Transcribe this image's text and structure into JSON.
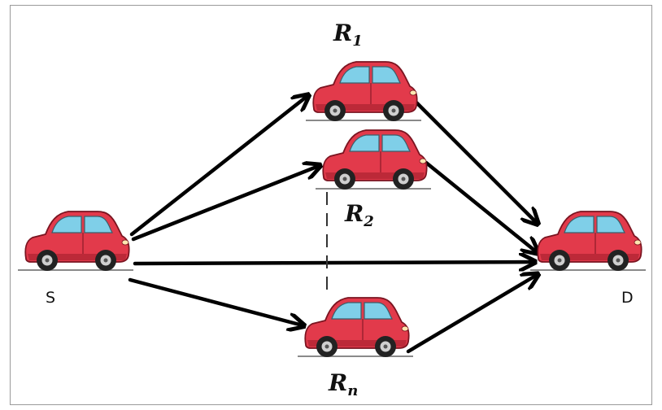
{
  "diagram": {
    "nodes": {
      "source": {
        "label": "S"
      },
      "destination": {
        "label": "D"
      },
      "relay1": {
        "label": "R",
        "subscript": "1"
      },
      "relay2": {
        "label": "R",
        "subscript": "2"
      },
      "relayn": {
        "label": "R",
        "subscript": "n"
      }
    },
    "colors": {
      "car_body": "#e23a4b",
      "car_shadow": "#a41e2c",
      "window": "#7fcfe8",
      "tire": "#222222",
      "rim": "#cfcfcf",
      "arrow": "#000000"
    },
    "icon": "car-icon"
  }
}
